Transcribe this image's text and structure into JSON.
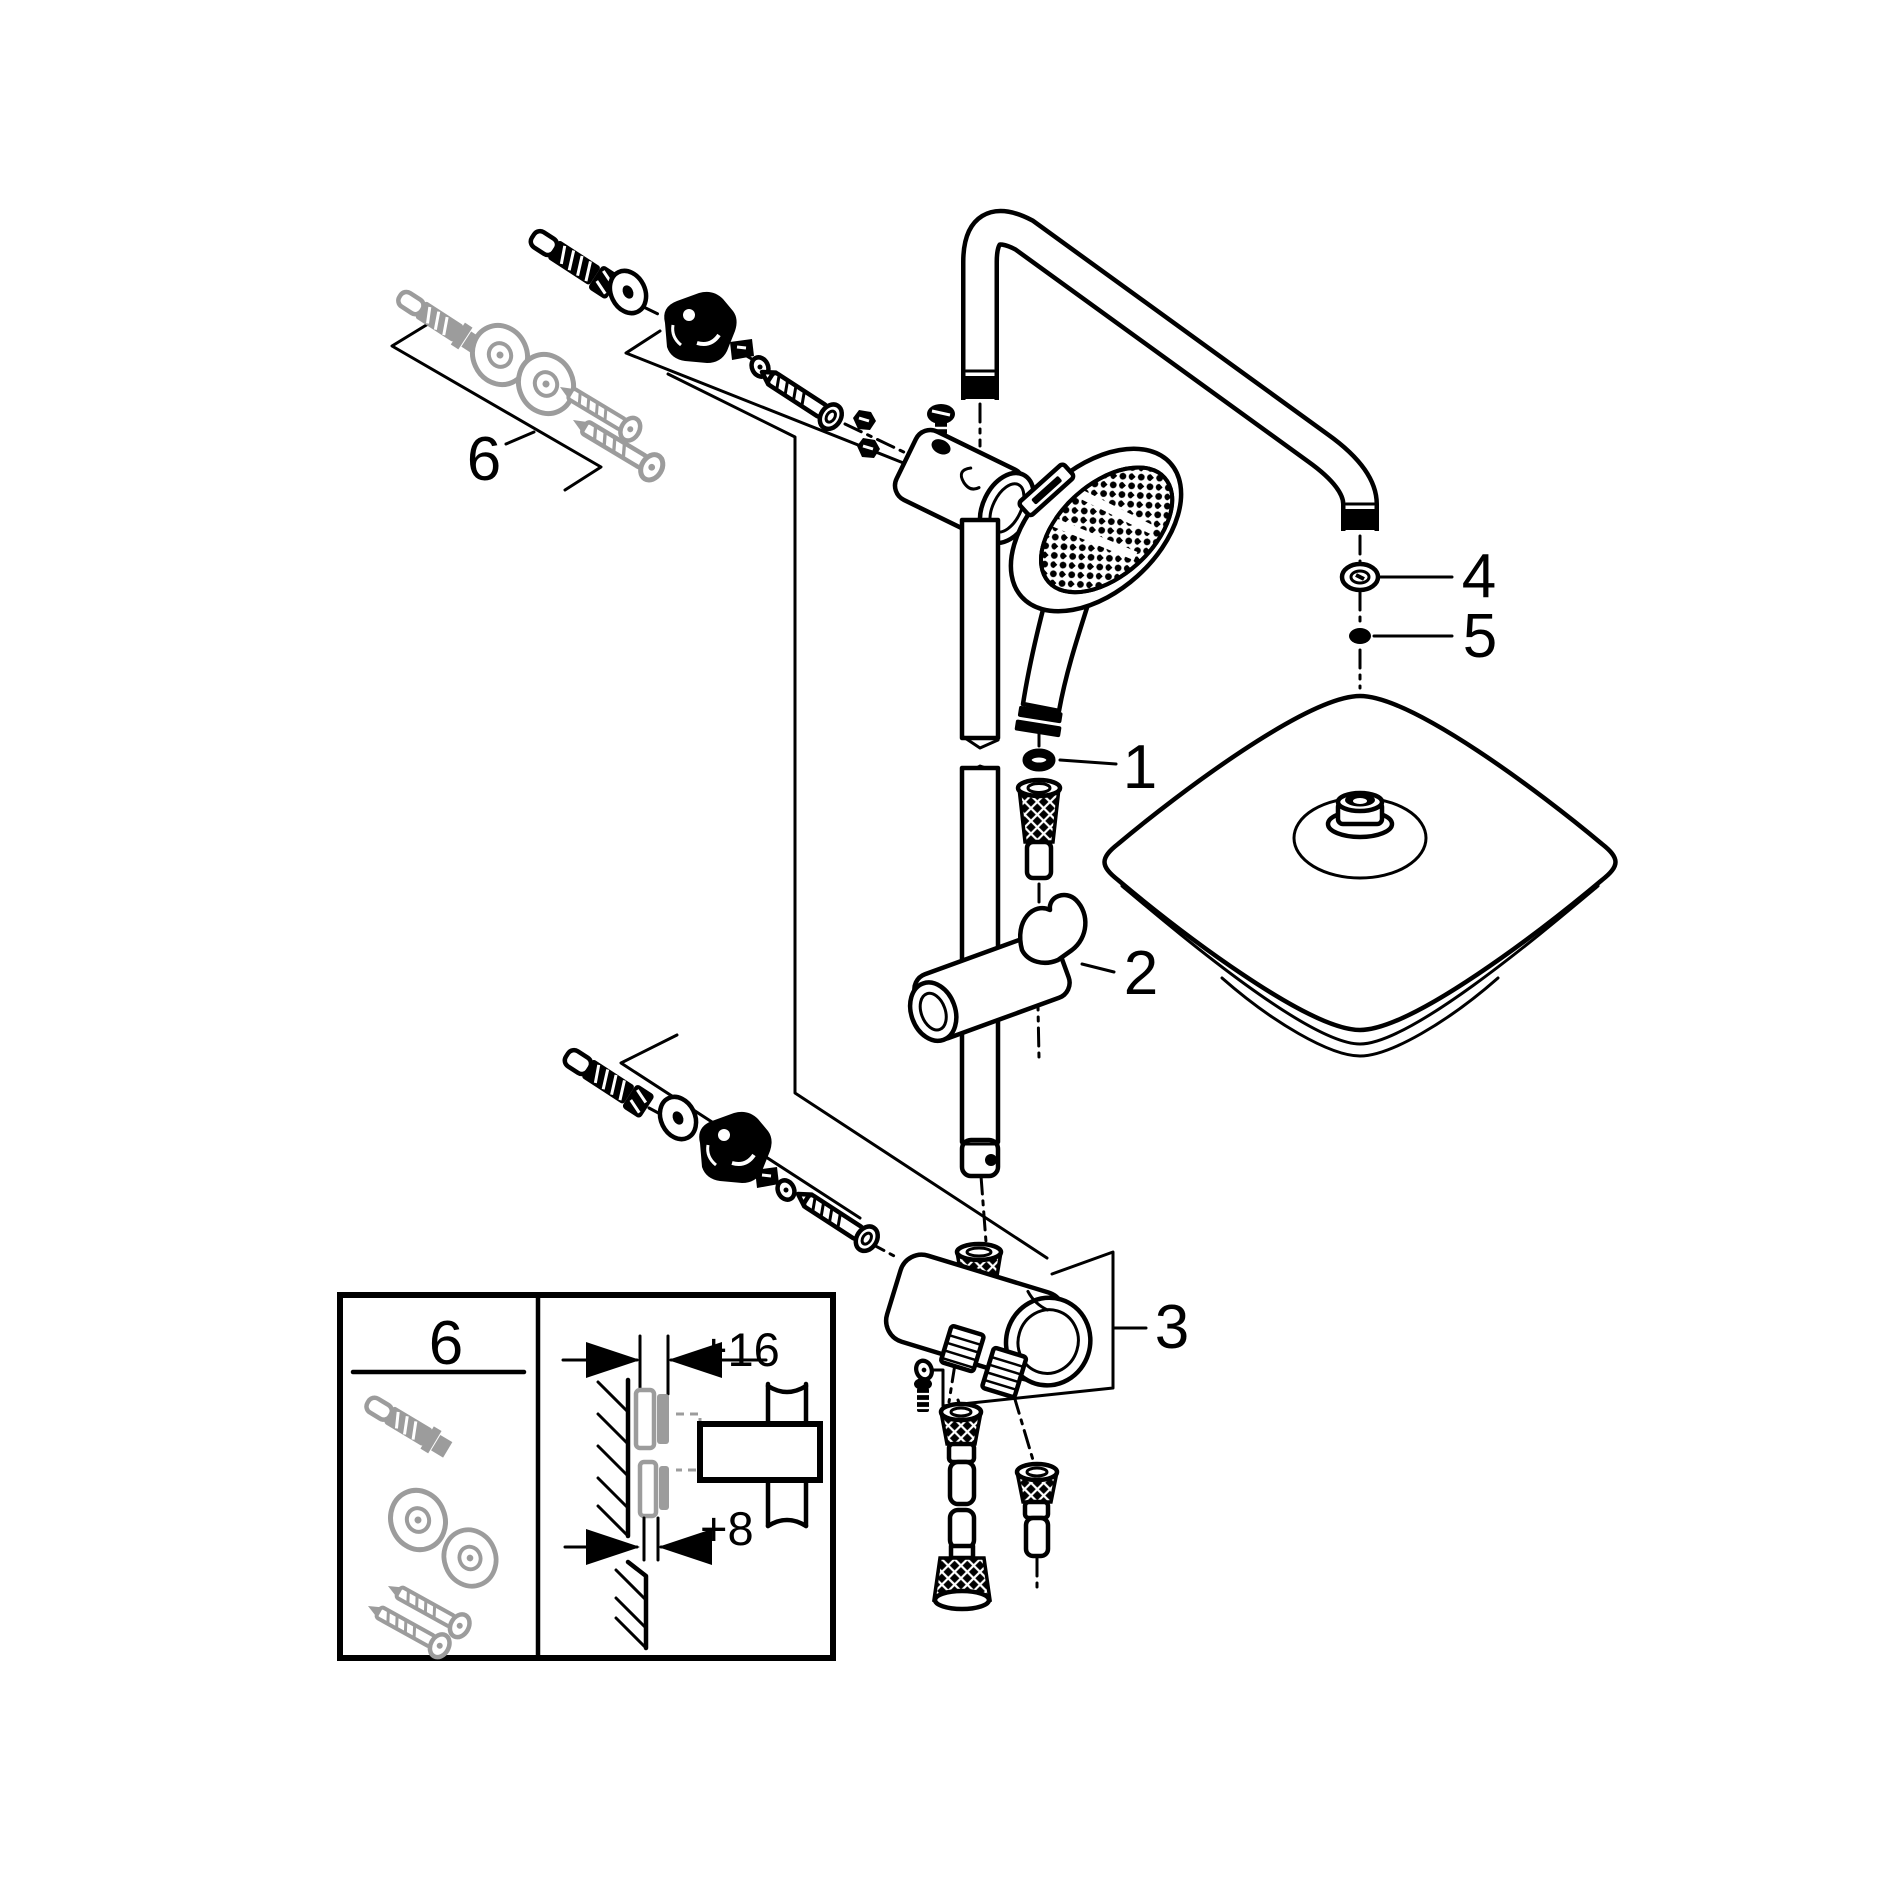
{
  "diagram": {
    "background": "#ffffff",
    "ink": "#000000",
    "muted": "#9c9c9c",
    "callouts": {
      "c1": "1",
      "c2": "2",
      "c3": "3",
      "c4": "4",
      "c5": "5",
      "c6": "6"
    },
    "inset": {
      "kit": "6",
      "dim_top": "+16",
      "dim_bottom": "+8"
    }
  }
}
